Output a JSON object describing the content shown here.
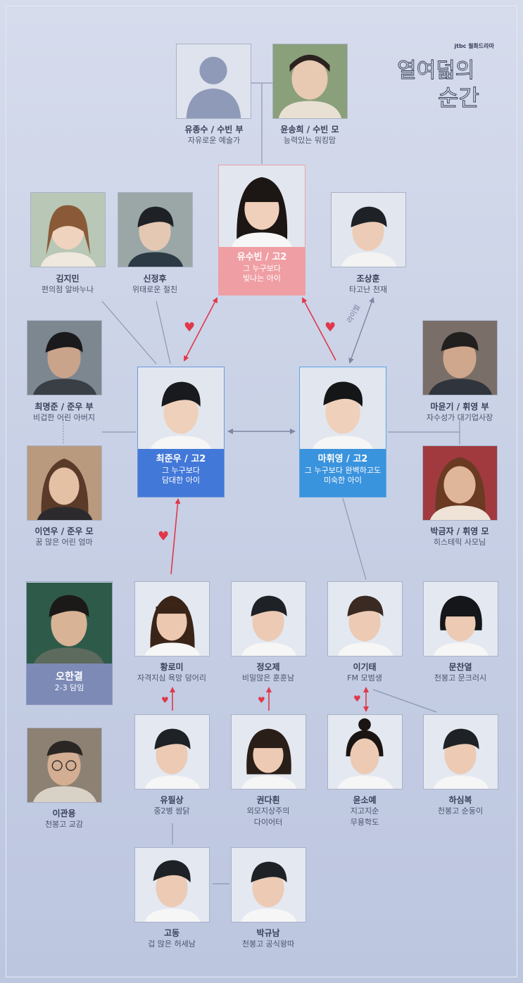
{
  "logo": {
    "network": "jtbc 월화드라마",
    "title_line1": "열여덟의",
    "title_line2": "순간"
  },
  "colors": {
    "pink": "#ef9ea4",
    "blue": "#4278d8",
    "cyan": "#3a93dd",
    "slate": "#7d8ab6",
    "heart": "#e0384a"
  },
  "icons": {
    "heart": "heart-icon",
    "silhouette": "person-silhouette-icon"
  },
  "rival_label": "라이벌",
  "leads": [
    {
      "id": "yusubin",
      "name": "유수빈 / 고2",
      "desc1": "그 누구보다",
      "desc2": "빛나는 아이"
    },
    {
      "id": "choijunwoo",
      "name": "최준우 / 고2",
      "desc1": "그 누구보다",
      "desc2": "담대한 아이"
    },
    {
      "id": "mahwiyoung",
      "name": "마휘영 / 고2",
      "desc1": "그 누구보다 완벽하고도",
      "desc2": "미숙한 아이"
    },
    {
      "id": "ohangyeol",
      "name": "오한결",
      "desc1": "2-3 담임"
    }
  ],
  "characters": [
    {
      "id": "yujongsu",
      "name": "유종수 / 수빈 부",
      "desc": "자유로운 예술가"
    },
    {
      "id": "yunsonghui",
      "name": "윤송희 / 수빈 모",
      "desc": "능력있는 워킹맘"
    },
    {
      "id": "kimjimin",
      "name": "김지민",
      "desc": "편의점 알바누나"
    },
    {
      "id": "sinjeonghu",
      "name": "신정후",
      "desc": "위태로운 절친"
    },
    {
      "id": "josanghun",
      "name": "조상훈",
      "desc": "타고난 천재"
    },
    {
      "id": "choimyeongjun",
      "name": "최명준 / 준우 부",
      "desc": "비겁한 어린 아버지"
    },
    {
      "id": "iyeonu",
      "name": "이연우 / 준우 모",
      "desc": "꿈 많은 어린 엄마"
    },
    {
      "id": "mayungi",
      "name": "마윤기 / 휘영 부",
      "desc": "자수성가 대기업사장"
    },
    {
      "id": "bakgeumja",
      "name": "박금자 / 휘영 모",
      "desc": "히스테릭 사모님"
    },
    {
      "id": "hwangromi",
      "name": "황로미",
      "desc": "자격지심 욕망 덩어리"
    },
    {
      "id": "jeongoje",
      "name": "정오제",
      "desc": "비밀많은 훈훈남"
    },
    {
      "id": "igitae",
      "name": "이기태",
      "desc": "FM 모범생"
    },
    {
      "id": "munchanyeol",
      "name": "문찬열",
      "desc": "천봉고 문크러시"
    },
    {
      "id": "igwanyong",
      "name": "이관용",
      "desc": "천봉고 교감"
    },
    {
      "id": "yupilsang",
      "name": "유필상",
      "desc": "중2병 쌈닭"
    },
    {
      "id": "gwondahwin",
      "name": "권다흰",
      "desc": "외모지상주의",
      "desc2": "다이어터"
    },
    {
      "id": "yunsoye",
      "name": "윤소예",
      "desc": "지고지순",
      "desc2": "무용학도"
    },
    {
      "id": "hasimbok",
      "name": "하심복",
      "desc": "천봉고 순둥이"
    },
    {
      "id": "godong",
      "name": "고동",
      "desc": "겁 많은 허세남"
    },
    {
      "id": "bakgyunam",
      "name": "박규남",
      "desc": "천봉고 공식왕따"
    }
  ]
}
